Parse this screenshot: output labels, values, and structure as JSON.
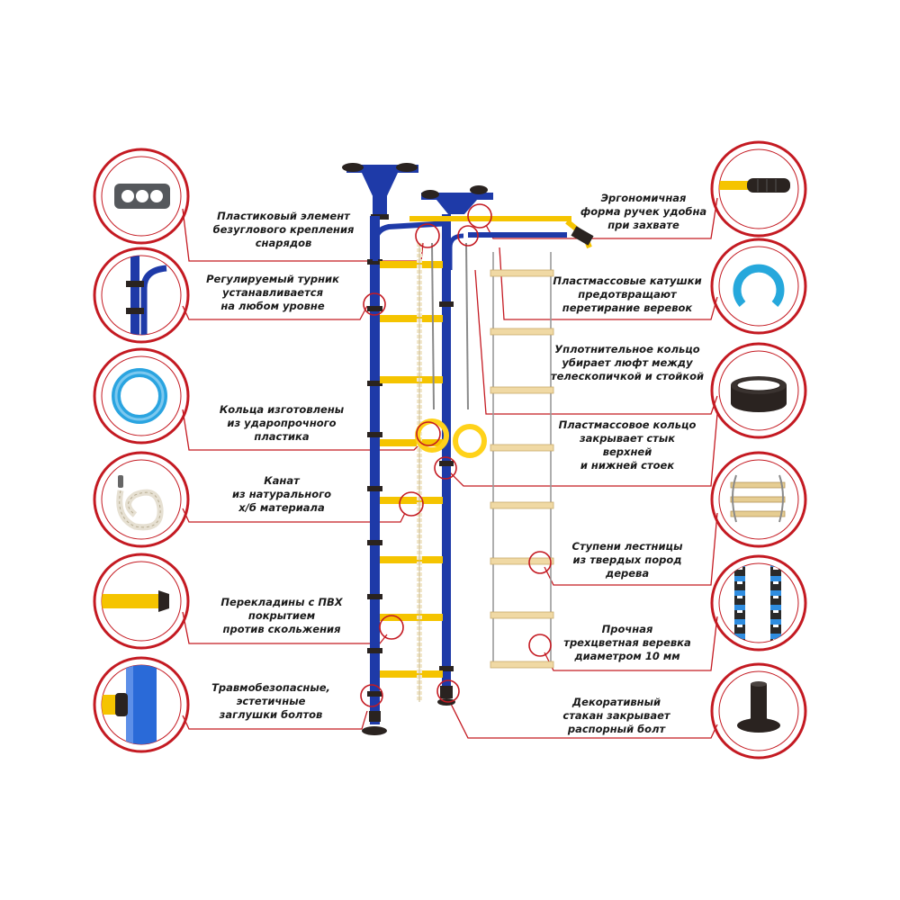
{
  "colors": {
    "frame": "#1e3aa8",
    "rung_yellow": "#f5c400",
    "rung_wood": "#f0d9a4",
    "callout_red": "#c41a22",
    "ring_yellow": "#ffd21a",
    "base_dark": "#2a2320"
  },
  "left_callouts": [
    {
      "lines": [
        "Пластиковый элемент",
        "безуглового крепления",
        "снарядов"
      ],
      "icon": "plastic-mount-plate-icon"
    },
    {
      "lines": [
        "Регулируемый турник",
        "устанавливается",
        "на любом уровне"
      ],
      "icon": "adjustable-bar-clamp-icon"
    },
    {
      "lines": [
        "Кольца изготовлены",
        "из ударопрочного",
        "пластика"
      ],
      "icon": "gym-ring-icon"
    },
    {
      "lines": [
        "Канат",
        "из натурального",
        "х/б материала"
      ],
      "icon": "cotton-rope-icon"
    },
    {
      "lines": [
        "Перекладины с ПВХ",
        "покрытием",
        "против скольжения"
      ],
      "icon": "pvc-rung-icon"
    },
    {
      "lines": [
        "Травмобезопасные,",
        "эстетичные",
        "заглушки болтов"
      ],
      "icon": "bolt-cap-icon"
    }
  ],
  "right_callouts": [
    {
      "lines": [
        "Эргономичная",
        "форма ручек удобна",
        "при захвате"
      ],
      "icon": "ergonomic-handle-icon"
    },
    {
      "lines": [
        "Пластмассовые катушки",
        "предотвращают",
        "перетирание веревок"
      ],
      "icon": "plastic-spool-icon"
    },
    {
      "lines": [
        "Уплотнительное кольцо",
        "убирает люфт между",
        "телескопичкой и стойкой"
      ],
      "icon": "sealing-ring-icon"
    },
    {
      "lines": [
        "Пластмассовое кольцо",
        "закрывает стык",
        "верхней",
        "и нижней стоек"
      ],
      "icon": "joint-ring-icon"
    },
    {
      "lines": [
        "Ступени лестницы",
        "из твердых пород",
        "дерева"
      ],
      "icon": "wooden-steps-icon"
    },
    {
      "lines": [
        "Прочная",
        "трехцветная веревка",
        "диаметром 10 мм"
      ],
      "icon": "tricolor-rope-icon"
    },
    {
      "lines": [
        "Декоративный",
        "стакан закрывает",
        "распорный болт"
      ],
      "icon": "decorative-cup-icon"
    }
  ]
}
